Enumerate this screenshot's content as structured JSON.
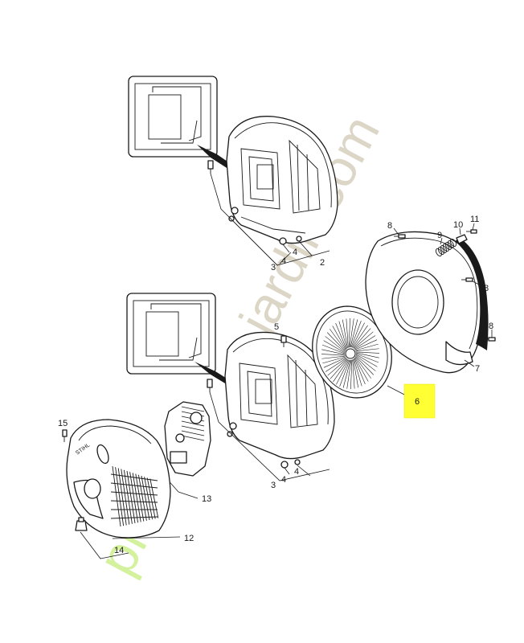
{
  "watermark": {
    "brand_text": "jardin.com",
    "prefix_text": "pro",
    "olive_color": "#d9d2c2",
    "green_color": "#c6ee7e"
  },
  "highlight": {
    "color": "#ffff33"
  },
  "callouts": {
    "c2": "2",
    "c3a": "3",
    "c4a": "4",
    "c4b": "4",
    "c5": "5",
    "c3b": "3",
    "c4c": "4",
    "c4d": "4",
    "c6": "6",
    "c7": "7",
    "c8a": "8",
    "c8b": "8",
    "c8c": "8",
    "c9": "9",
    "c10": "10",
    "c11": "11",
    "c12": "12",
    "c13": "13",
    "c14": "14",
    "c15": "15"
  }
}
